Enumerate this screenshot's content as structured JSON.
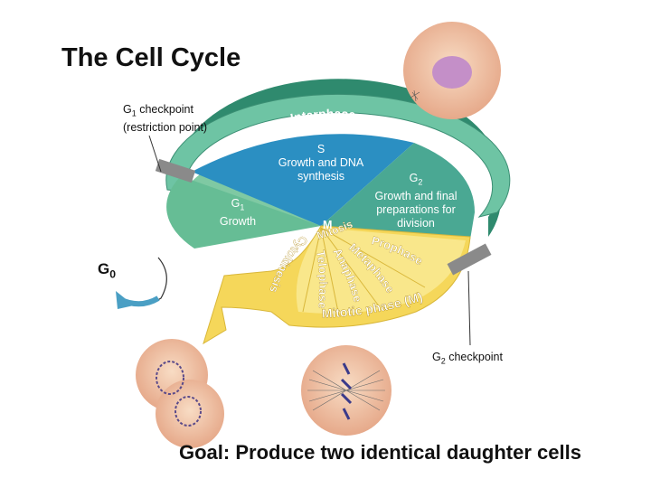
{
  "title": "The Cell Cycle",
  "goal": "Goal: Produce two identical daughter cells",
  "labels": {
    "g1_checkpoint_line1": "G",
    "g1_checkpoint_sub": "1",
    "g1_checkpoint_rest": " checkpoint",
    "g1_checkpoint_line2": "(restriction point)",
    "interphase": "Interphase",
    "s_phase_letter": "S",
    "s_phase_desc1": "Growth and DNA",
    "s_phase_desc2": "synthesis",
    "g2_letter": "G",
    "g2_sub": "2",
    "g2_desc1": "Growth and final",
    "g2_desc2": "preparations for",
    "g2_desc3": "division",
    "g1_letter": "G",
    "g1_sub": "1",
    "g1_desc": "Growth",
    "m_letter": "M",
    "mitosis": "Mitosis",
    "cytokinesis": "Cytokinesis",
    "telophase": "Telophase",
    "anaphase": "Anaphase",
    "metaphase": "Metaphase",
    "prophase": "Prophase",
    "mitotic_phase": "Mitotic phase (M)",
    "g0_letter": "G",
    "g0_sub": "0",
    "g2_checkpoint_letter": "G",
    "g2_checkpoint_sub": "2",
    "g2_checkpoint_rest": " checkpoint"
  },
  "colors": {
    "interphase_green": "#5bb89a",
    "g1_green": "#66bd95",
    "s_blue": "#2b8fc2",
    "g2_teal": "#4aa893",
    "mitotic_yellow": "#f5d75a",
    "mitotic_light": "#fbeea0",
    "g0_arrow": "#4a9fc4",
    "cell_skin": "#f2c8a8"
  }
}
